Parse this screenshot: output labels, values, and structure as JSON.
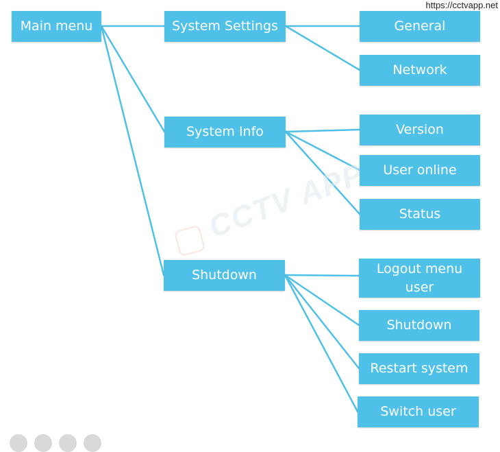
{
  "source_url": "https://cctvapp.net",
  "watermark": "CCTV APP",
  "colors": {
    "node": "#4fc0e8",
    "connector": "#4fc0e8",
    "text": "#ffffff"
  },
  "nodes": {
    "main_menu": "Main menu",
    "system_settings": "System Settings",
    "system_info": "System Info",
    "shutdown_group": "Shutdown",
    "general": "General",
    "network": "Network",
    "version": "Version",
    "user_online": "User online",
    "status": "Status",
    "logout_line1": "Logout menu",
    "logout_line2": "user",
    "shutdown": "Shutdown",
    "restart_system": "Restart system",
    "switch_user": "Switch user"
  }
}
